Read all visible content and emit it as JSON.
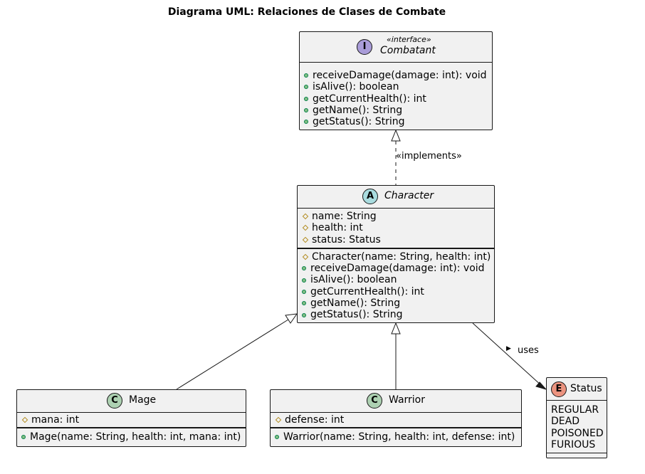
{
  "title": "Diagrama UML: Relaciones de Clases de Combate",
  "combatant": {
    "badge": "I",
    "stereotype": "«interface»",
    "name": "Combatant",
    "methods": [
      "receiveDamage(damage: int): void",
      "isAlive(): boolean",
      "getCurrentHealth(): int",
      "getName(): String",
      "getStatus(): String"
    ]
  },
  "character": {
    "badge": "A",
    "name": "Character",
    "attributes": [
      "name: String",
      "health: int",
      "status: Status"
    ],
    "methods": [
      "Character(name: String, health: int)",
      "receiveDamage(damage: int): void",
      "isAlive(): boolean",
      "getCurrentHealth(): int",
      "getName(): String",
      "getStatus(): String"
    ]
  },
  "mage": {
    "badge": "C",
    "name": "Mage",
    "attributes": [
      "mana: int"
    ],
    "methods": [
      "Mage(name: String, health: int, mana: int)"
    ]
  },
  "warrior": {
    "badge": "C",
    "name": "Warrior",
    "attributes": [
      "defense: int"
    ],
    "methods": [
      "Warrior(name: String, health: int, defense: int)"
    ]
  },
  "status": {
    "badge": "E",
    "name": "Status",
    "values": [
      "REGULAR",
      "DEAD",
      "POISONED",
      "FURIOUS"
    ]
  },
  "edges": {
    "implements_label": "«implements»",
    "uses_label": "uses",
    "uses_arrow": "▶"
  },
  "colors": {
    "interface_badge": "#a99cd8",
    "abstract_badge": "#a9dcdf",
    "class_badge": "#add1b2",
    "enum_badge": "#eb937f",
    "box_fill": "#f1f1f1",
    "border": "#181818"
  }
}
